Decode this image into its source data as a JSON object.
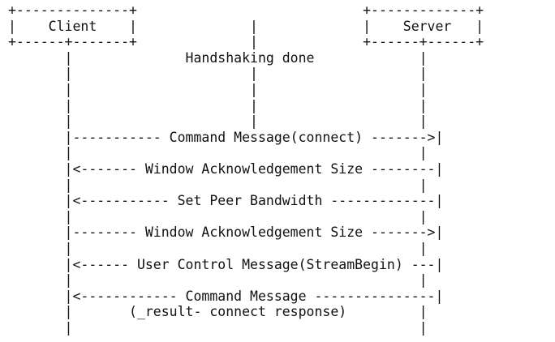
{
  "diagram_lines": [
    "+--------------+                            +-------------+",
    "|    Client    |              |             |    Server   |",
    "+------+-------+              |             +------+------+",
    "       |              Handshaking done             |",
    "       |                      |                    |",
    "       |                      |                    |",
    "       |                      |                    |",
    "       |                      |                    |",
    "       |----------- Command Message(connect) ------->|",
    "       |                                           |",
    "       |<------- Window Acknowledgement Size --------|",
    "       |                                           |",
    "       |<----------- Set Peer Bandwidth -------------|",
    "       |                                           |",
    "       |-------- Window Acknowledgement Size ------->|",
    "       |                                           |",
    "       |<------ User Control Message(StreamBegin) ---|",
    "       |                                           |",
    "       |<------------ Command Message ---------------|",
    "       |       (_result- connect response)         |",
    "       |                                           |"
  ]
}
